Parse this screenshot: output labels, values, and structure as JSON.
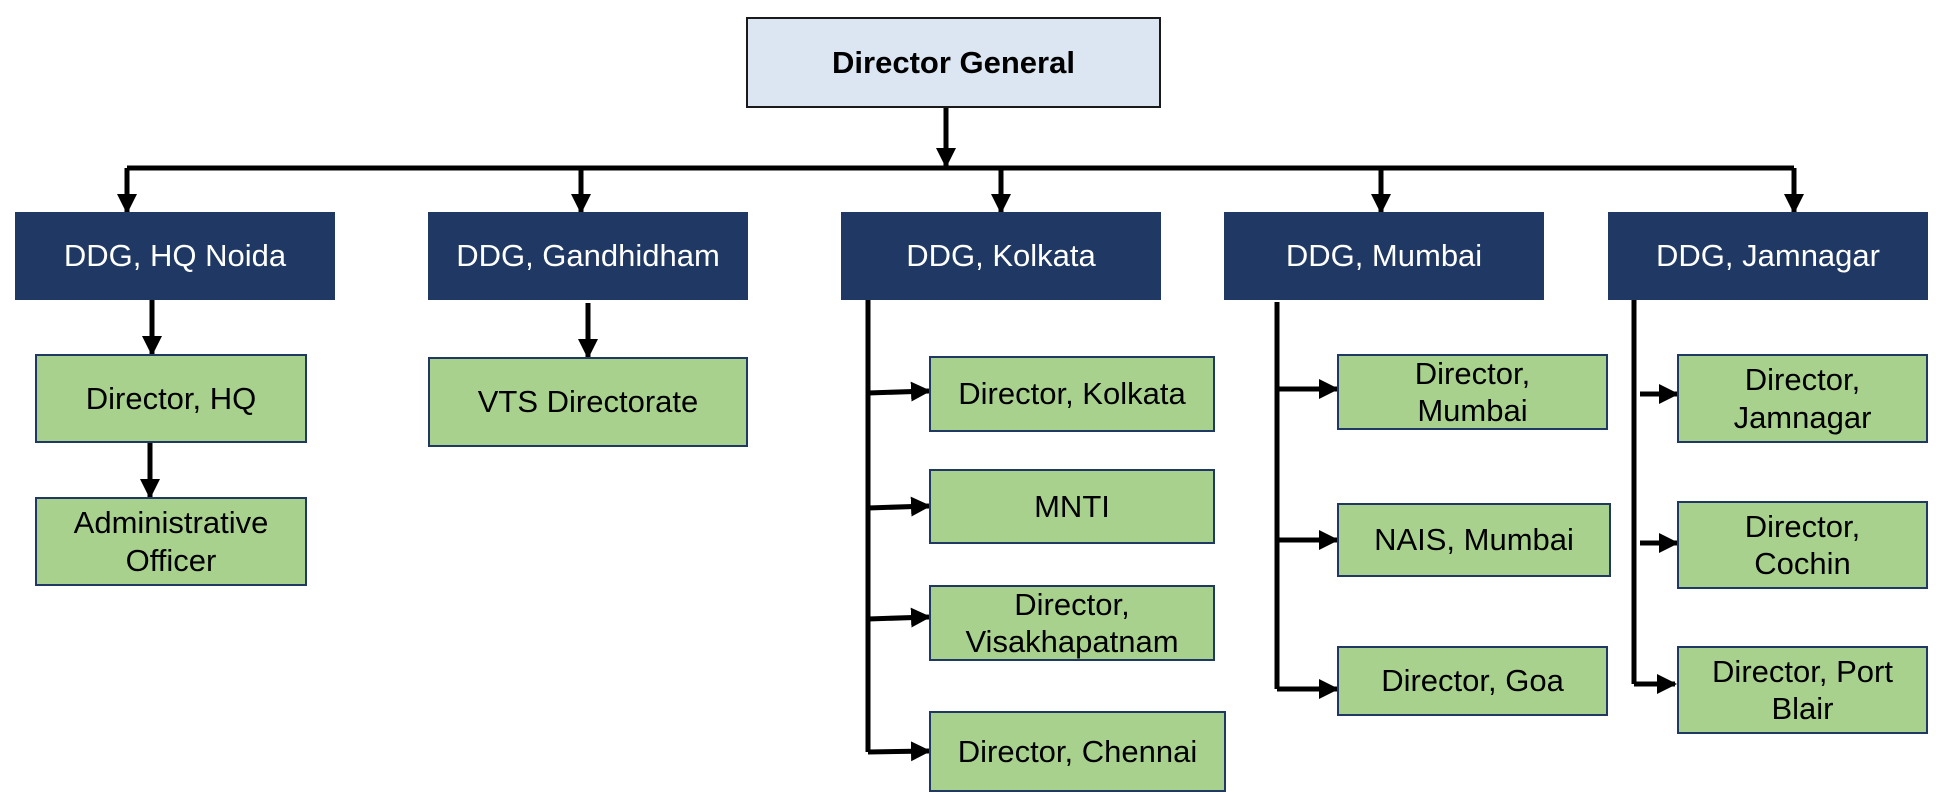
{
  "root": {
    "label": "Director General"
  },
  "branches": [
    {
      "label": "DDG, HQ Noida",
      "children": [
        "Director, HQ",
        "Administrative Officer"
      ]
    },
    {
      "label": "DDG, Gandhidham",
      "children": [
        "VTS Directorate"
      ]
    },
    {
      "label": "DDG, Kolkata",
      "children": [
        "Director, Kolkata",
        "MNTI",
        "Director, Visakhapatnam",
        "Director, Chennai"
      ]
    },
    {
      "label": "DDG, Mumbai",
      "children": [
        "Director, Mumbai",
        "NAIS, Mumbai",
        "Director, Goa"
      ]
    },
    {
      "label": "DDG, Jamnagar",
      "children": [
        "Director, Jamnagar",
        "Director, Cochin",
        "Director, Port Blair"
      ]
    }
  ],
  "colors": {
    "root_fill": "#dce6f2",
    "ddg_fill": "#1f3864",
    "leaf_fill": "#a9d18e",
    "connector": "#000000"
  }
}
